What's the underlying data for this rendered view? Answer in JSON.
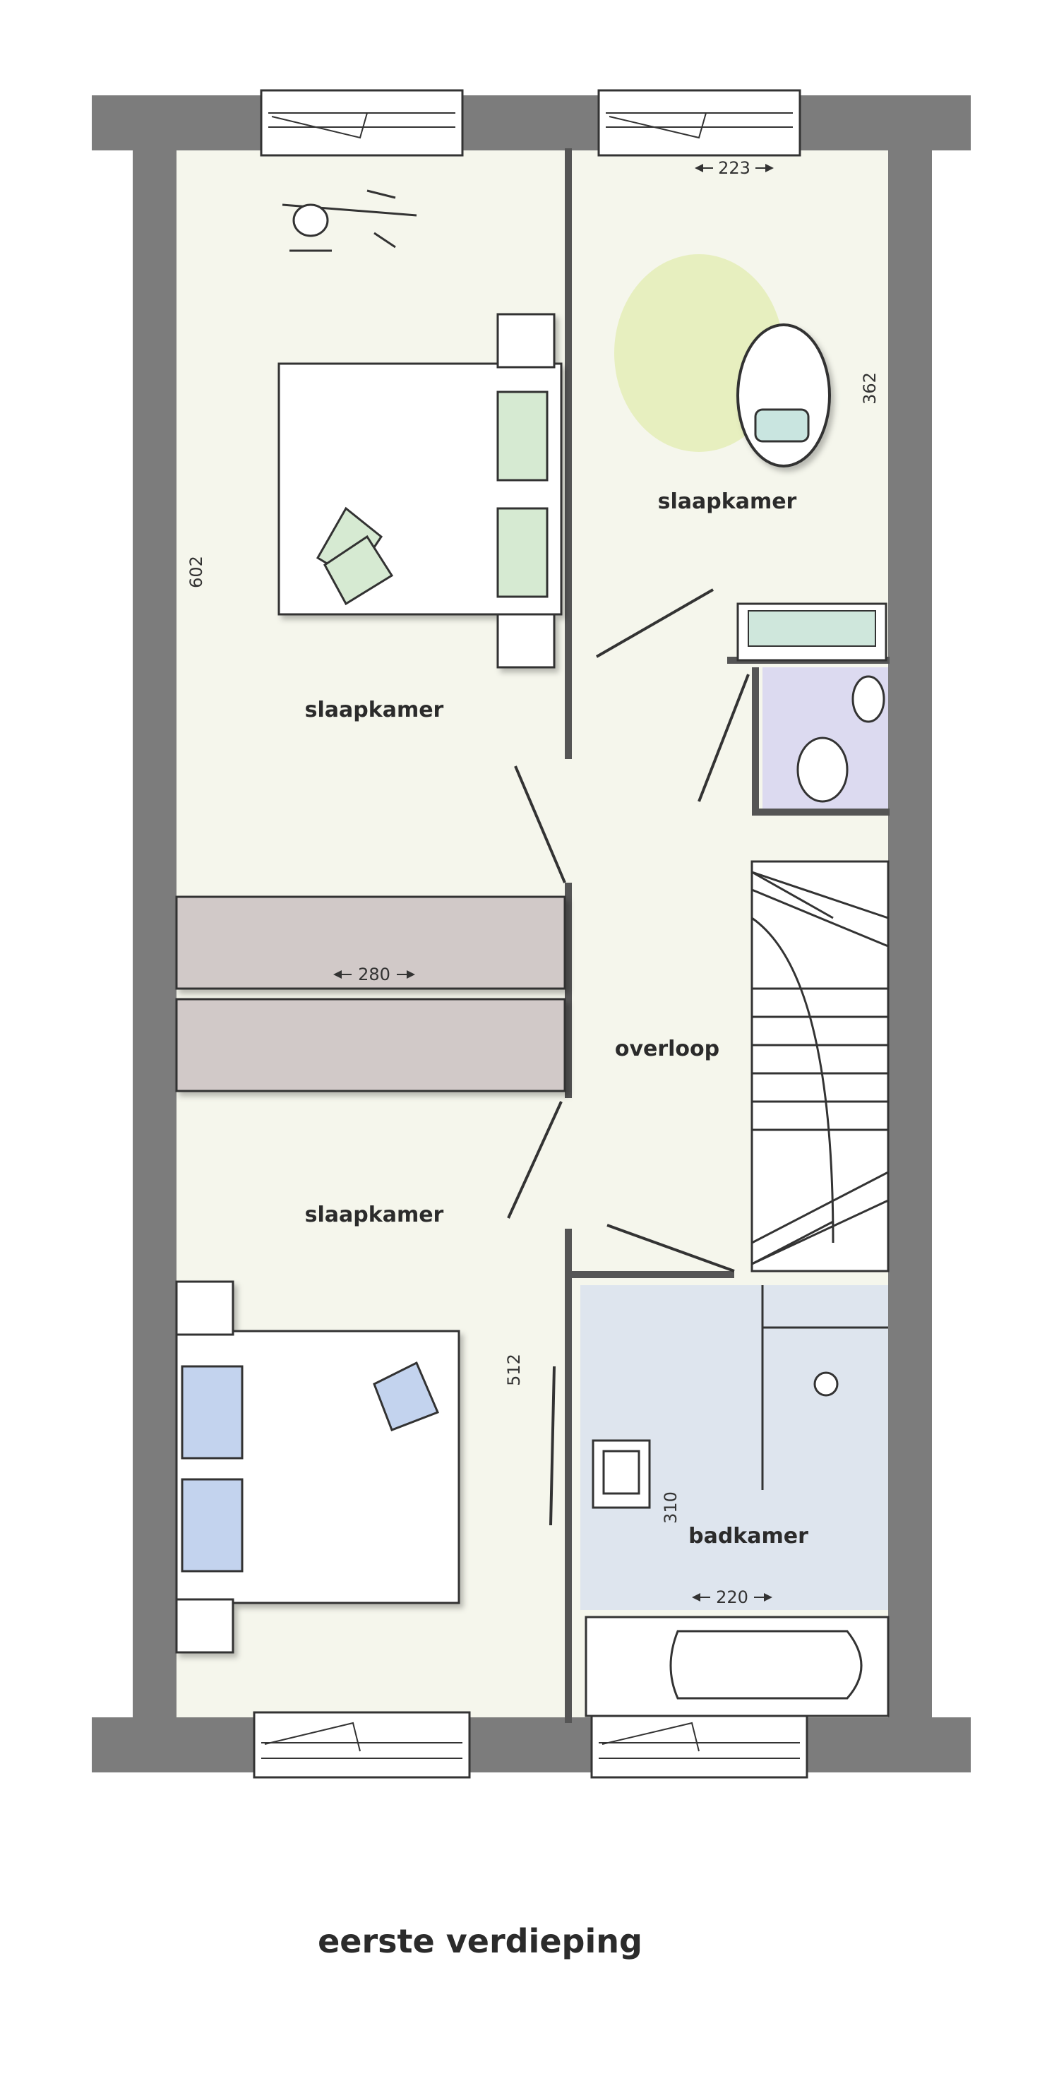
{
  "colors": {
    "wall": "#7c7c7c",
    "floor_living": "#f5f6ec",
    "floor_toilet": "#dcdaf0",
    "floor_bath": "#dee5ee",
    "storage": "#d1c9c8",
    "rug": "#e7efbf",
    "pillow_green": "#d6ead2",
    "pillow_blue": "#c3d3ee"
  },
  "rooms": {
    "bedroom_top_left": "slaapkamer",
    "bedroom_top_right": "slaapkamer",
    "bedroom_bottom_left": "slaapkamer",
    "landing": "overloop",
    "bathroom": "badkamer"
  },
  "dimensions": {
    "top_right_width": "223",
    "top_right_depth": "362",
    "top_left_depth": "602",
    "storage_width": "280",
    "bottom_left_depth": "512",
    "bath_depth": "310",
    "bath_width": "220"
  },
  "floor_title": "eerste verdieping"
}
